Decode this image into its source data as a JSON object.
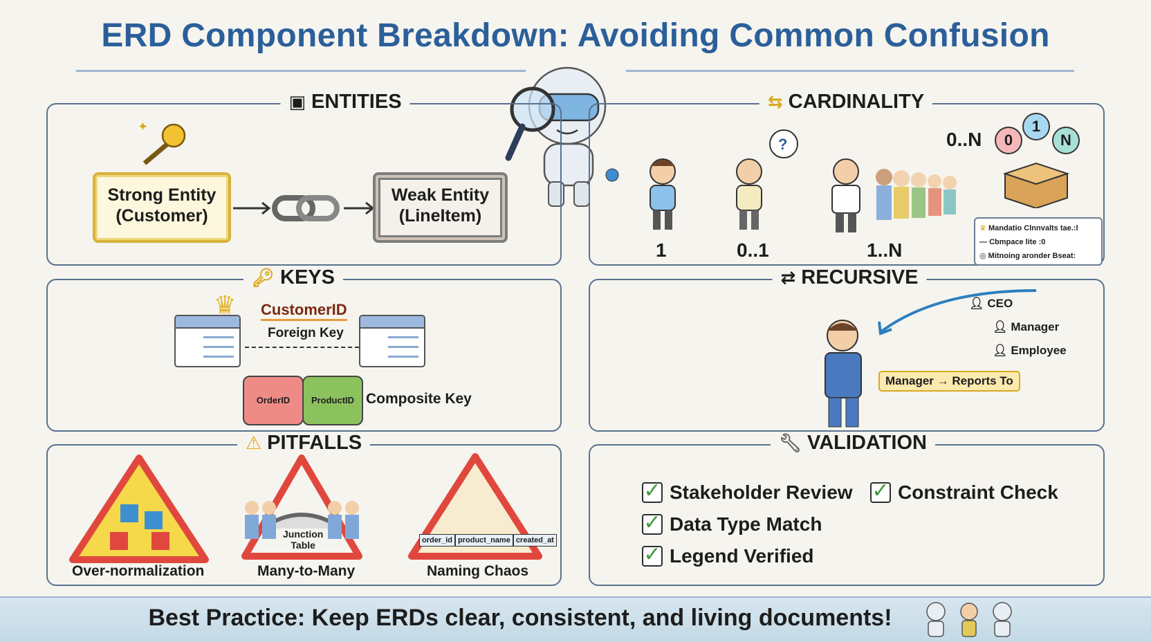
{
  "title": "ERD Component Breakdown: Avoiding Common Confusion",
  "panels": {
    "entities": {
      "title": "ENTITIES",
      "strong_line1": "Strong Entity",
      "strong_line2": "(Customer)",
      "weak_line1": "Weak Entity",
      "weak_line2": "(LineItem)"
    },
    "cardinality": {
      "title": "CARDINALITY",
      "labels": [
        "1",
        "0..1",
        "1..N"
      ],
      "zero_n": "0..N",
      "bubbles": [
        "0",
        "1",
        "N"
      ],
      "legend": [
        "Mandatio Clnnvalts tae.:l",
        "Cbmpace lite :0",
        "Mitnoing aronder Bseat:"
      ]
    },
    "keys": {
      "title": "KEYS",
      "primary": "CustomerID",
      "foreign": "Foreign Key",
      "piece1": "OrderID",
      "piece2": "ProductID",
      "composite": "Composite Key"
    },
    "recursive": {
      "title": "RECURSIVE",
      "ceo": "CEO",
      "manager": "Manager",
      "employee": "Employee",
      "relation": "Manager → Reports To"
    },
    "pitfalls": {
      "title": "PITFALLS",
      "items": [
        "Over-normalization",
        "Many-to-Many",
        "Naming Chaos"
      ],
      "junction_line1": "Junction",
      "junction_line2": "Table",
      "columns": [
        "order_id",
        "product_name",
        "created_at"
      ]
    },
    "validation": {
      "title": "VALIDATION",
      "checks": [
        "Stakeholder Review",
        "Constraint Check",
        "Data Type Match",
        "Legend Verified"
      ],
      "check_mark": "✓"
    }
  },
  "footer": "Best Practice: Keep ERDs clear, consistent, and living documents!",
  "colors": {
    "title": "#2b5f9a",
    "panel_border": "#58718f",
    "check": "#3c9a3c",
    "warning": "#e0483e"
  }
}
